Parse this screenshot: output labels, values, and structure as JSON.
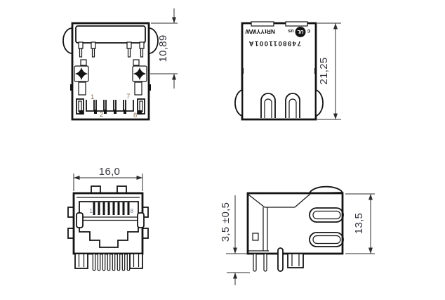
{
  "drawing": {
    "background_color": "#ffffff",
    "line_color": "#141414",
    "dimension_text_color": "#34343e",
    "top_view": {
      "dim_height": "10,89",
      "pin_labels": {
        "p1": "1",
        "p2": "2",
        "p7": "7",
        "p8": "8"
      },
      "pin_label_color": "#8c7257"
    },
    "bottom_view": {
      "dim_height": "21,25",
      "marking": {
        "cert_prefix": "c",
        "cert_logo": "UL",
        "cert_suffix": "us",
        "date_code": "NRtYYWW",
        "part_number": "7498011001A"
      }
    },
    "front_view": {
      "dim_width": "16,0",
      "pin_label_first": "1",
      "pin_label_last": "8",
      "pin_label_color": "#76808f"
    },
    "side_view": {
      "dim_pin_protrusion": "3,5 ±0,5",
      "dim_height": "13,5"
    }
  }
}
